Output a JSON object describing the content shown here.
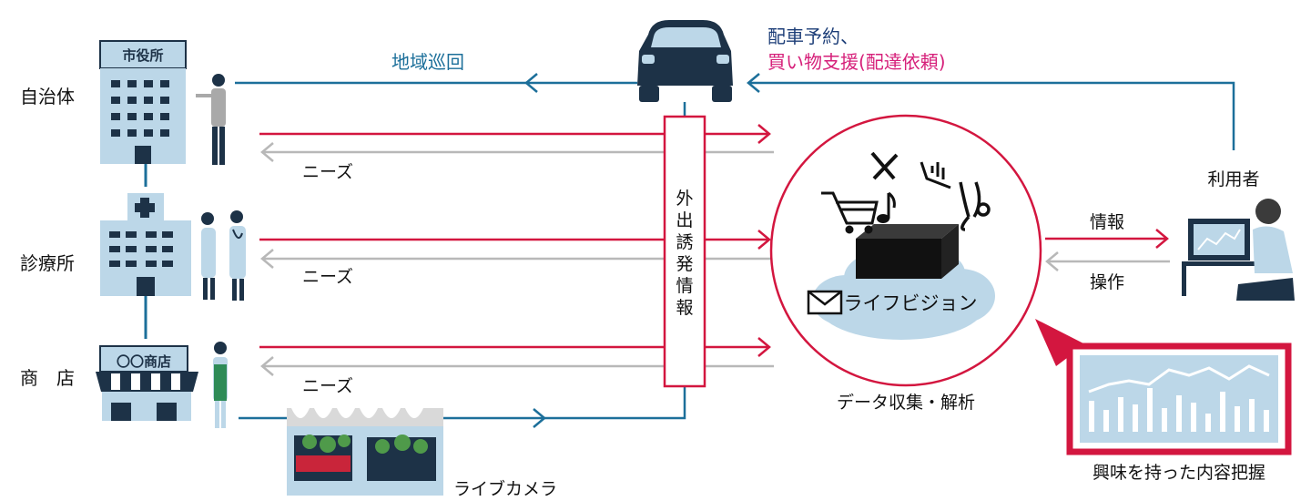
{
  "left_labels": {
    "municipality": "自治体",
    "clinic": "診療所",
    "shop": "商　店"
  },
  "signs": {
    "city_hall": "市役所",
    "shop": "〇〇商店"
  },
  "arrows": {
    "regional_patrol": "地域巡回",
    "booking_line1": "配車予約、",
    "booking_line2": "買い物支援(配達依頼)",
    "needs": "ニーズ",
    "info_out": "情報",
    "operation": "操作"
  },
  "vertical_box_text": "外出誘発情報",
  "center": {
    "cloud_label": "ライフビジョン",
    "caption": "データ収集・解析"
  },
  "user": "利用者",
  "live_camera": "ライブカメラ",
  "insight": "興味を持った内容把握",
  "colors": {
    "red": "#d3163f",
    "blue": "#1c6f9a",
    "gray": "#b8b8b8",
    "navy": "#1d3247",
    "light_blue": "#bcd7e8",
    "pink_text": "#d6207a"
  }
}
